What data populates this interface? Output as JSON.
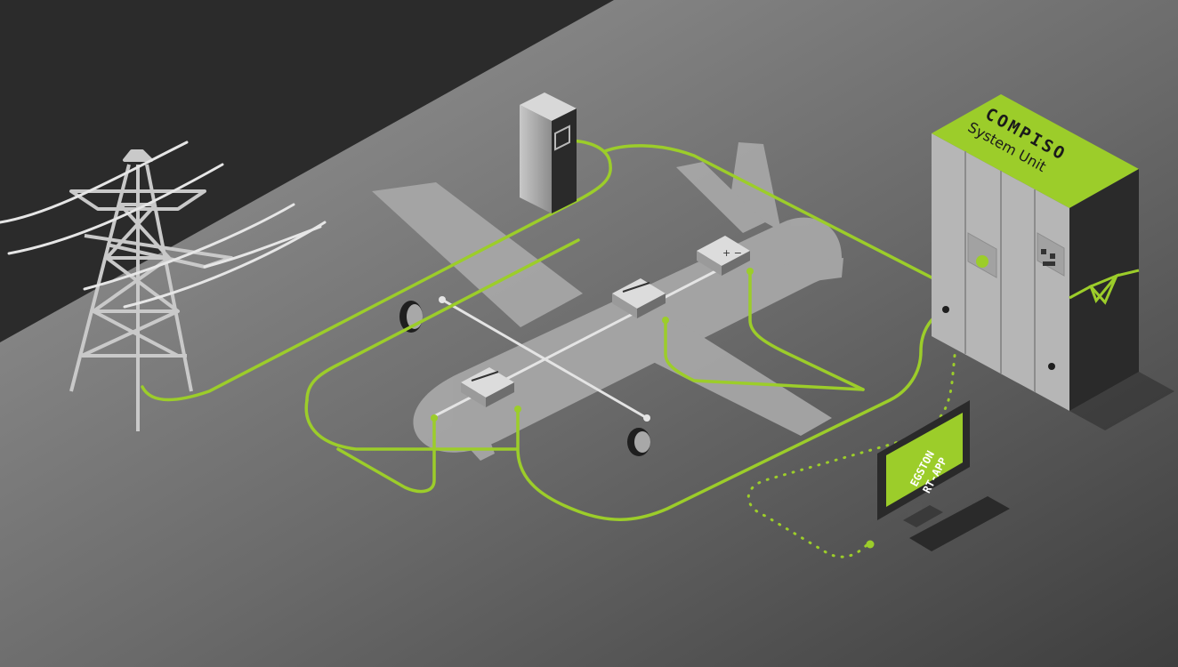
{
  "system_unit": {
    "brand": "COMPISO",
    "subtitle": "System Unit"
  },
  "monitor": {
    "line1": "EGSTON",
    "line2": "RT-APP"
  },
  "colors": {
    "accent": "#9ccd2a",
    "floor_light": "#8a8a8a",
    "floor_dark": "#4a4a4a",
    "wall": "#2b2b2b",
    "aircraft": "#a9a9a9",
    "cabinet_front": "#b9b9b9",
    "cabinet_side": "#2a2a2a"
  },
  "icons": {
    "tower": "power-pylon-icon",
    "charger": "charging-station-icon",
    "aircraft": "aircraft-silhouette-icon",
    "cabinet": "server-cabinet-icon",
    "monitor": "monitor-icon"
  }
}
